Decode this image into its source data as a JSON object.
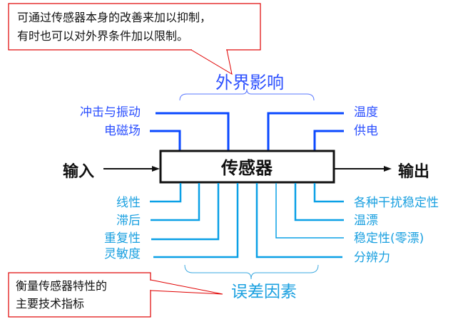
{
  "callout_top": {
    "line1": "可通过传感器本身的改善来加以抑制，",
    "line2": "有时也可以对外界条件加以限制。"
  },
  "callout_bottom": {
    "line1": "衡量传感器特性的",
    "line2": "主要技术指标"
  },
  "sensor": "传感器",
  "input": "输入",
  "output": "输出",
  "external": {
    "title": "外界影响",
    "left": [
      "冲击与振动",
      "电磁场"
    ],
    "right": [
      "温度",
      "供电"
    ]
  },
  "errors": {
    "title": "误差因素",
    "left": [
      "线性",
      "滞后",
      "重复性",
      "灵敏度"
    ],
    "right": [
      "各种干扰稳定性",
      "温漂",
      "稳定性(零漂)",
      "分辨力"
    ]
  },
  "colors": {
    "external": "#2b4fff",
    "errors": "#1aa0e0",
    "callout_border": "#e00000"
  }
}
